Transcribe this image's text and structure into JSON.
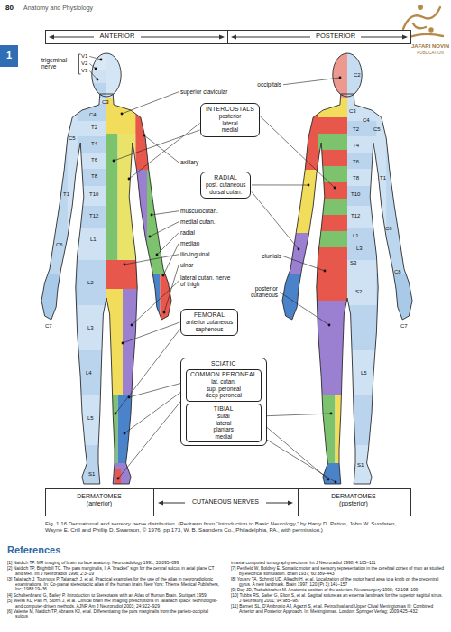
{
  "diagram": {
    "caption": "Fig. 1.16 Dermatomal and sensory nerve distribution. (Redrawn from “Introduction to Basic Neurology,” by Harry D. Patton, John W. Sundsten, Wayne E. Crill and Phillip D. Swanson, © 1976, pp 173, W. B. Saunders Co., Philadelphia, PA., with permission.)",
    "nodes": [
      {
        "text": [
          "INTERCOSTALS",
          "posterior",
          "lateral",
          "medial"
        ]
      },
      {
        "text": [
          "RADIAL",
          "post. cutaneous",
          "dorsal cutan."
        ]
      },
      {
        "text": [
          "FEMORAL",
          "anterior cutaneous",
          "saphenous"
        ]
      },
      {
        "text": [
          "SCIATIC"
        ]
      },
      {
        "text": [
          "COMMON PERONEAL",
          "lat. cutan.",
          "sup. peroneal",
          "deep peroneal"
        ],
        "in": 3
      },
      {
        "text": [
          "TIBIAL",
          "sural",
          "lateral",
          "plantars",
          "medial"
        ],
        "in": 3
      }
    ],
    "labels": [
      "80",
      "Anatomy and Physiology",
      "1",
      "JAFARI NOVIN",
      "PUBLICATION",
      "ANTERIOR",
      "POSTERIOR",
      "trigeminal nerve",
      "V1",
      "V2",
      "V3",
      "C3",
      "C4",
      "C5",
      "T1",
      "C6",
      "C7",
      "T2",
      "T4",
      "T6",
      "T8",
      "T10",
      "T12",
      "L1",
      "L2",
      "L3",
      "L4",
      "L5",
      "S1",
      "superior clavicular",
      "occipitals",
      "axillary",
      "musculocutan.",
      "medial cutan.",
      "radial",
      "median",
      "ilio-inguinal",
      "clunials",
      "ulnar",
      "lateral cutan. nerve of thigh",
      "posterior cutaneous",
      "C2",
      "C3",
      "C4",
      "C5",
      "T1",
      "C6",
      "C8",
      "C7",
      "T2",
      "T4",
      "T6",
      "T8",
      "T10",
      "T12",
      "L1",
      "L3",
      "S3",
      "S2",
      "L5",
      "S1",
      "DERMATOMES (anterior)",
      "CUTANEOUS NERVES",
      "DERMATOMES (posterior)",
      "References",
      "[1] Naidich TP. MR imaging of brain surface anatomy. Neuroradiology 1991; 33:095–099",
      "[2] Naidich TP, Brightbill TC. The pars marginalis, I: A “bracket” sign for the central sulcus in axial plane CT and MRI. Int J Neuroradiol 1996; 2:3–19",
      "[3] Talairach J, Tournoux P, Talairach J, et al. Practical examples for the use of the atlas in neuroradiologic examinations. In: Co-planar stereotactic atlas of the human brain. New York: Thieme Medical Publishers, Inc; 1988:19–36",
      "[4] Schaltenbrand G, Bailey P. Introduction to Stereotaxis with an Atlas of Human Brain. Stuttgart 1959",
      "[5] Weiss KL, Pan H, Storrs J, et al. Clinical brain MR imaging prescriptions in Talairach space: technologist- and computer-driven methods. AJNR Am J Neuroradiol 2003; 24:922–929",
      "[6] Valente M, Naidich TP, Abrams KJ, et al. Differentiating the pars marginalis from the parieto-occipital sulcus",
      "in axial computed tomography sections. Int J Neuroradiol 1998; 4:105–111",
      "[7] Penfield W, Boldrey E. Somatic motor and sensory representation in the cerebral cortex of man as studied by electrical stimulation. Brain 1937; 60:389–443",
      "[8] Yousry TA, Schmid UD, Alkadhi H, et al. Localization of the motor hand area to a knob on the precentral gyrus. A new landmark. Brain 1997; 120 (Pt 1):141–157",
      "[9] Day JD, Tschabitscher M. Anatomic position of the asterion. Neurosurgery 1998; 42:198–199",
      "[10] Tubbs RS, Salter G, Elton S, et al. Sagittal suture as an external landmark for the superior sagittal sinus. J Neurosurg 2001; 94:985–987",
      "[11] Barnett SL, D'Ambrosio AJ, Agazzi S, et al. Petroclival and Upper Clival Meningiomas III: Combined Anterior and Posterior Approach. In: Meningiomas. London: Springer Verlag; 2009:425–432"
    ]
  }
}
